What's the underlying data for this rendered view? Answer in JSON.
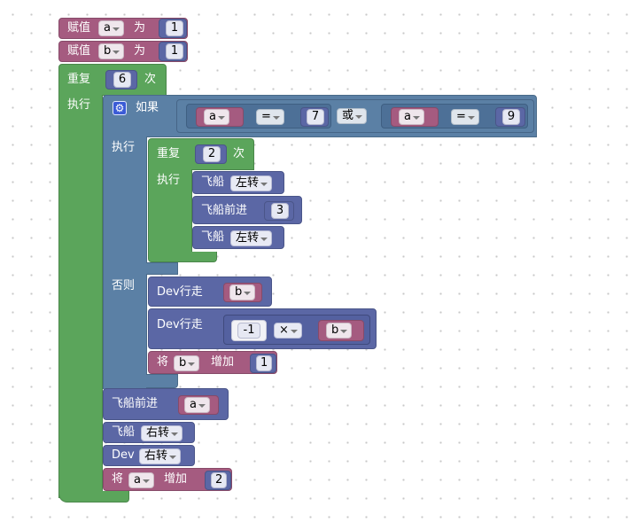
{
  "workspace": {
    "set_a": {
      "label": "赋值",
      "var": "a",
      "to_label": "为",
      "value": "1"
    },
    "set_b": {
      "label": "赋值",
      "var": "b",
      "to_label": "为",
      "value": "1"
    },
    "outer_repeat": {
      "label": "重复",
      "count": "6",
      "times_label": "次",
      "do_label": "执行"
    },
    "if_block": {
      "if_label": "如果",
      "cond_left": {
        "var": "a",
        "op": "=",
        "value": "7"
      },
      "logic_op": "或",
      "cond_right": {
        "var": "a",
        "op": "=",
        "value": "9"
      },
      "do_label": "执行",
      "else_label": "否则"
    },
    "inner_repeat": {
      "label": "重复",
      "count": "2",
      "times_label": "次",
      "do_label": "执行"
    },
    "ship_turn_1": {
      "label": "飞船",
      "direction": "左转"
    },
    "ship_forward_1": {
      "label": "飞船前进",
      "value": "3"
    },
    "ship_turn_2": {
      "label": "飞船",
      "direction": "左转"
    },
    "dev_walk_1": {
      "label": "Dev行走",
      "var": "b"
    },
    "dev_walk_2": {
      "label": "Dev行走",
      "num": "-1",
      "op": "×",
      "var": "b"
    },
    "change_b": {
      "label": "将",
      "var": "b",
      "by_label": "增加",
      "value": "1"
    },
    "ship_forward_2": {
      "label": "飞船前进",
      "var": "a"
    },
    "ship_turn_3": {
      "label": "飞船",
      "direction": "右转"
    },
    "dev_turn": {
      "label": "Dev",
      "direction": "右转"
    },
    "change_a": {
      "label": "将",
      "var": "a",
      "by_label": "增加",
      "value": "2"
    }
  }
}
